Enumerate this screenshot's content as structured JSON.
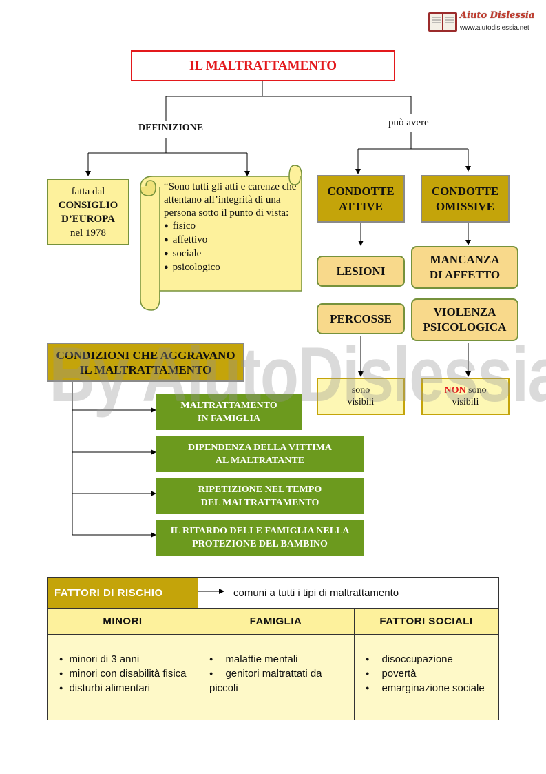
{
  "logo": {
    "title": "Aiuto Dislessia",
    "url": "www.aiutodislessia.net"
  },
  "title": "IL MALTRATTAMENTO",
  "labels": {
    "definizione": "DEFINIZIONE",
    "puo_avere": "può avere"
  },
  "fatta_dal": {
    "line1": "fatta dal",
    "line2": "CONSIGLIO",
    "line3": "D’EUROPA",
    "line4": "nel 1978"
  },
  "definition": {
    "text": "“Sono tutti gli atti e carenze che  attentano all’integrità di una persona sotto il punto di vista:",
    "items": [
      "fisico",
      "affettivo",
      "sociale",
      "psicologico"
    ]
  },
  "condotte": {
    "attive": {
      "line1": "CONDOTTE",
      "line2": "ATTIVE"
    },
    "omissive": {
      "line1": "CONDOTTE",
      "line2": "OMISSIVE"
    }
  },
  "attive_items": [
    "LESIONI",
    "PERCOSSE"
  ],
  "omissive_items": [
    {
      "line1": "MANCANZA",
      "line2": "DI AFFETTO"
    },
    {
      "line1": "VIOLENZA",
      "line2": "PSICOLOGICA"
    }
  ],
  "visibili": {
    "line1": "sono",
    "line2": "visibili"
  },
  "non_visibili": {
    "non": "NON",
    "sono": " sono",
    "line2": "visibili"
  },
  "condizioni": {
    "line1": "CONDIZIONI CHE AGGRAVANO",
    "line2": "IL MALTRATTAMENTO"
  },
  "aggravanti": [
    {
      "line1": "MALTRATTAMENTO",
      "line2": "IN FAMIGLIA"
    },
    {
      "line1": "DIPENDENZA DELLA VITTIMA",
      "line2": "AL MALTRATANTE"
    },
    {
      "line1": "RIPETIZIONE NEL TEMPO",
      "line2": "DEL MALTRATTAMENTO"
    },
    {
      "line1": "IL RITARDO DELLE FAMIGLIA NELLA",
      "line2": "PROTEZIONE DEL BAMBINO"
    }
  ],
  "watermark": "By AiutoDislessia.net",
  "fattori": {
    "title": "FATTORI DI RISCHIO",
    "subtitle": "comuni a tutti i tipi di maltrattamento",
    "headers": [
      "MINORI",
      "FAMIGLIA",
      "FATTORI SOCIALI"
    ],
    "minori": [
      "minori di 3 anni",
      "minori con disabilità fisica",
      "disturbi alimentari"
    ],
    "famiglia": [
      "malattie mentali",
      "genitori maltrattati da piccoli"
    ],
    "sociali": [
      "disoccupazione",
      "povertà",
      "emarginazione sociale"
    ]
  },
  "colors": {
    "red": "#e3191c",
    "olive": "#c4a40a",
    "green": "#6c9a1e",
    "yellow": "#fdf19c",
    "tan": "#f8d98b"
  }
}
